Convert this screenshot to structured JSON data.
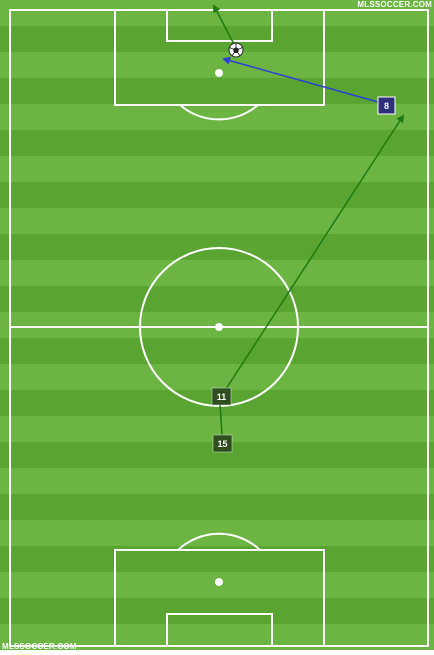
{
  "watermark_top": "MLSSOCCER.COM",
  "watermark_bottom": "MLSSOCCER.COM",
  "colors": {
    "stripe_light": "#6cb543",
    "stripe_dark": "#5aa532",
    "line": "#ffffff",
    "pass_green": "#1f7a12",
    "pass_blue": "#2b3fd8",
    "player_green_bg": "#2f4f1f",
    "player_blue_bg": "#2d2f7a"
  },
  "players": [
    {
      "id": "player-8",
      "number": "8",
      "team_style": "blue"
    },
    {
      "id": "player-11",
      "number": "11",
      "team_style": "green"
    },
    {
      "id": "player-15",
      "number": "15",
      "team_style": "green"
    }
  ],
  "ball": {
    "icon": "soccer-ball-icon"
  },
  "passes": [
    {
      "from": "15",
      "to": "11",
      "color": "green"
    },
    {
      "from": "11",
      "to": "8-area",
      "color": "green"
    },
    {
      "from": "8",
      "to": "ball",
      "color": "blue"
    },
    {
      "from": "ball",
      "to": "goal",
      "color": "green",
      "type": "shot"
    }
  ]
}
